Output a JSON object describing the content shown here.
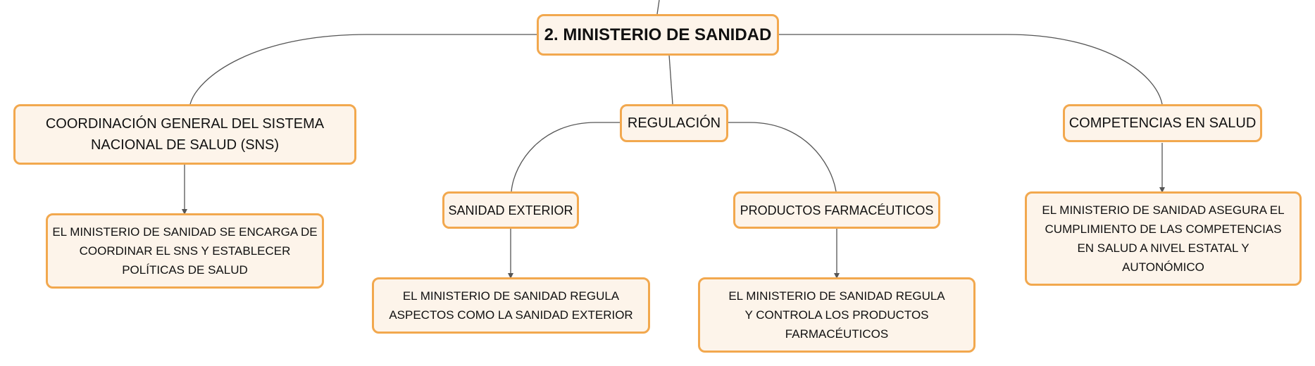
{
  "diagram": {
    "root": {
      "label": "2. MINISTERIO DE SANIDAD"
    },
    "branches": {
      "coordination": {
        "label": "COORDINACIÓN GENERAL DEL SISTEMA NACIONAL DE SALUD (SNS)",
        "detail": "EL MINISTERIO DE SANIDAD SE ENCARGA DE COORDINAR EL SNS Y ESTABLECER POLÍTICAS DE SALUD"
      },
      "regulation": {
        "label": "REGULACIÓN",
        "children": {
          "exterior": {
            "label": "SANIDAD EXTERIOR",
            "detail": "EL MINISTERIO DE SANIDAD REGULA ASPECTOS COMO LA SANIDAD EXTERIOR"
          },
          "pharma": {
            "label": "PRODUCTOS FARMACÉUTICOS",
            "detail": "EL MINISTERIO DE SANIDAD REGULA Y CONTROLA LOS PRODUCTOS FARMACÉUTICOS"
          }
        }
      },
      "competencies": {
        "label": "COMPETENCIAS EN SALUD",
        "detail": "EL MINISTERIO DE SANIDAD ASEGURA EL CUMPLIMIENTO DE LAS COMPETENCIAS EN SALUD A NIVEL ESTATAL Y AUTONÓMICO"
      }
    }
  },
  "colors": {
    "node_fill": "#fdf4ea",
    "node_border": "#f2a84e",
    "connector": "#555555",
    "text": "#111111"
  }
}
